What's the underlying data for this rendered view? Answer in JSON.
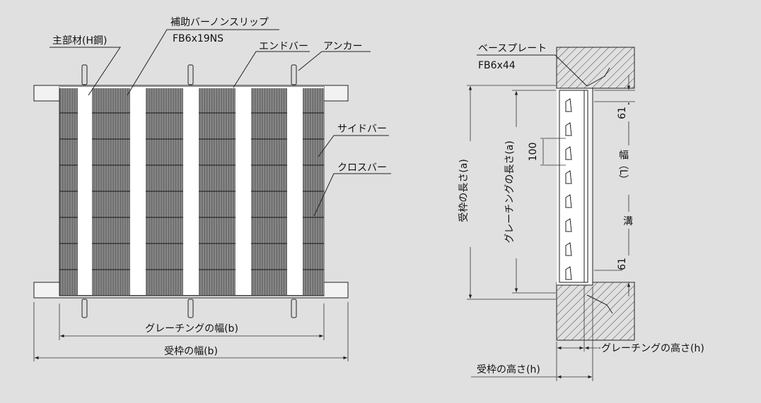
{
  "colors": {
    "background": "#e0e0e0",
    "line": "#222222",
    "grating_fill": "#6e6e6e",
    "main_bar_fill": "#ffffff"
  },
  "left_view": {
    "labels": {
      "main_member": "主部材(H鋼)",
      "aux_bar": "補助バーノンスリップ",
      "aux_bar_spec": "FB6x19NS",
      "end_bar": "エンドバー",
      "anchor": "アンカー",
      "side_bar": "サイドバー",
      "cross_bar": "クロスバー"
    },
    "dimensions": {
      "grating_width": "グレーチングの幅(b)",
      "frame_width": "受枠の幅(b)"
    }
  },
  "right_view": {
    "labels": {
      "base_plate": "ベースプレート",
      "base_plate_spec": "FB6x44"
    },
    "dimensions": {
      "frame_length": "受枠の長さ(a)",
      "grating_length": "グレーチングの長さ(a)",
      "pitch": "100",
      "top_offset": "61",
      "bottom_offset": "61",
      "trench_width_1": "溝",
      "trench_width_2": "幅（L）",
      "grating_height": "グレーチングの高さ(h)",
      "frame_height": "受枠の高さ(h)"
    }
  }
}
